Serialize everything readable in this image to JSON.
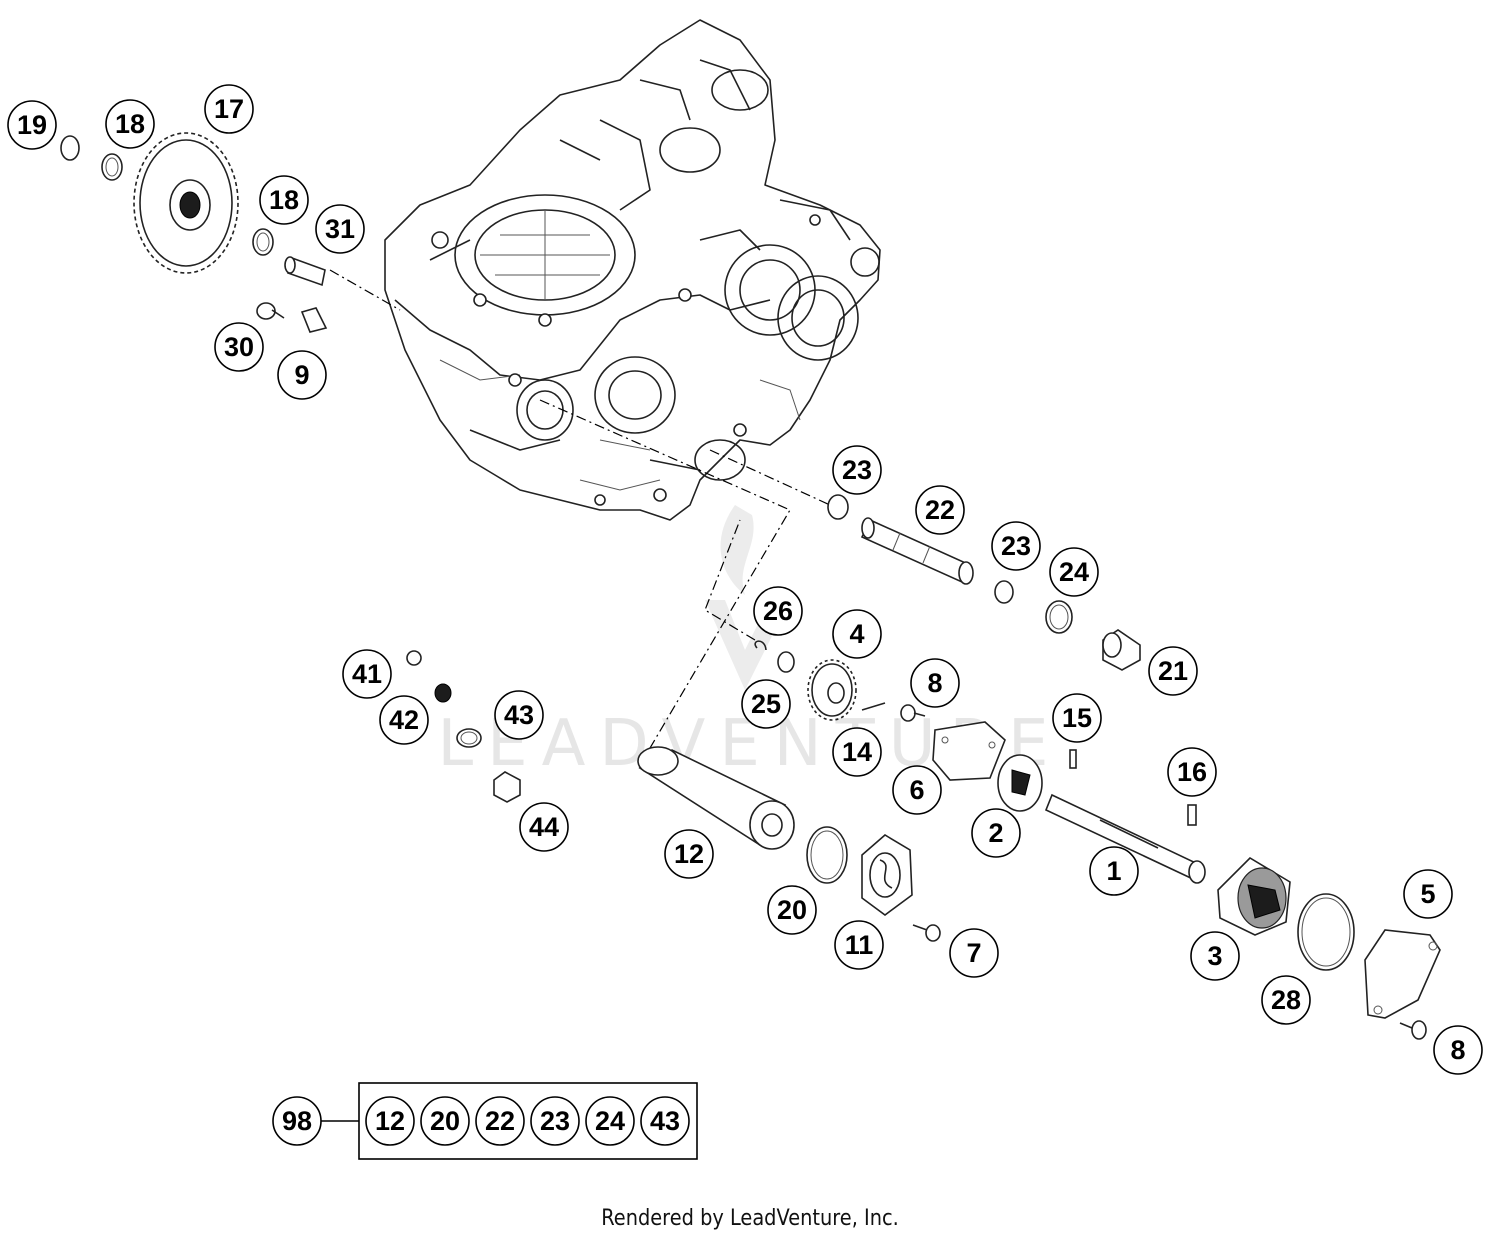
{
  "diagram": {
    "footer_text": "Rendered by LeadVenture, Inc.",
    "watermark_text": "LEADVENTURE",
    "callouts": [
      "19",
      "18",
      "17",
      "18",
      "31",
      "30",
      "9",
      "23",
      "22",
      "23",
      "24",
      "26",
      "4",
      "21",
      "41",
      "42",
      "43",
      "8",
      "25",
      "15",
      "14",
      "44",
      "6",
      "16",
      "2",
      "12",
      "1",
      "5",
      "20",
      "11",
      "3",
      "7",
      "28",
      "8"
    ],
    "kit": {
      "number": "98",
      "items": [
        "12",
        "20",
        "22",
        "23",
        "24",
        "43"
      ]
    }
  }
}
